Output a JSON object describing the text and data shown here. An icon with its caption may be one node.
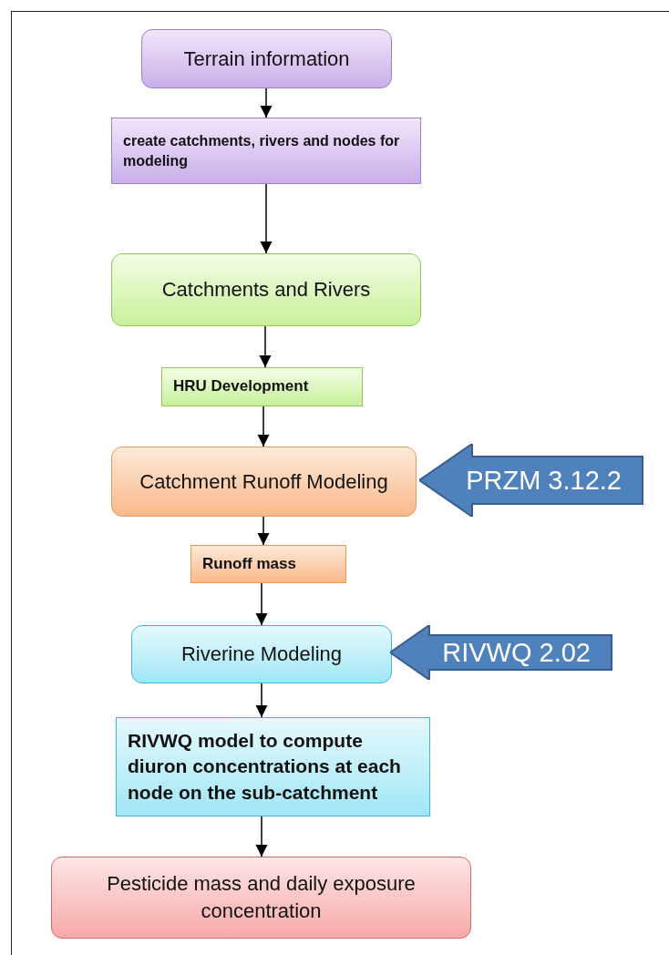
{
  "diagram": {
    "nodes": [
      {
        "text": [
          "Terrain information"
        ]
      },
      {
        "text": [
          "create catchments, rivers and nodes for modeling"
        ]
      },
      {
        "text": [
          "Catchments and Rivers"
        ]
      },
      {
        "text": [
          "HRU Development"
        ]
      },
      {
        "text": [
          "Catchment Runoff Modeling"
        ]
      },
      {
        "text": [
          "Runoff mass"
        ]
      },
      {
        "text": [
          "Riverine Modeling"
        ]
      },
      {
        "text": [
          "RIVWQ model to compute diuron concentrations at each node on the sub-catchment"
        ]
      },
      {
        "text": [
          "Pesticide mass and daily exposure concentration"
        ]
      },
      {
        "text": [
          "PRZM 3.12.2"
        ]
      },
      {
        "text": [
          "RIVWQ 2.02"
        ]
      }
    ],
    "edges": [
      {
        "from": 0,
        "to": 1,
        "arrow": "to"
      },
      {
        "from": 1,
        "to": 2,
        "arrow": "to"
      },
      {
        "from": 2,
        "to": 3,
        "arrow": "to"
      },
      {
        "from": 3,
        "to": 4,
        "arrow": "to"
      },
      {
        "from": 4,
        "to": 5,
        "arrow": "to"
      },
      {
        "from": 5,
        "to": 6,
        "arrow": "to"
      },
      {
        "from": 6,
        "to": 7,
        "arrow": "to"
      },
      {
        "from": 7,
        "to": 8,
        "arrow": "to"
      }
    ]
  }
}
